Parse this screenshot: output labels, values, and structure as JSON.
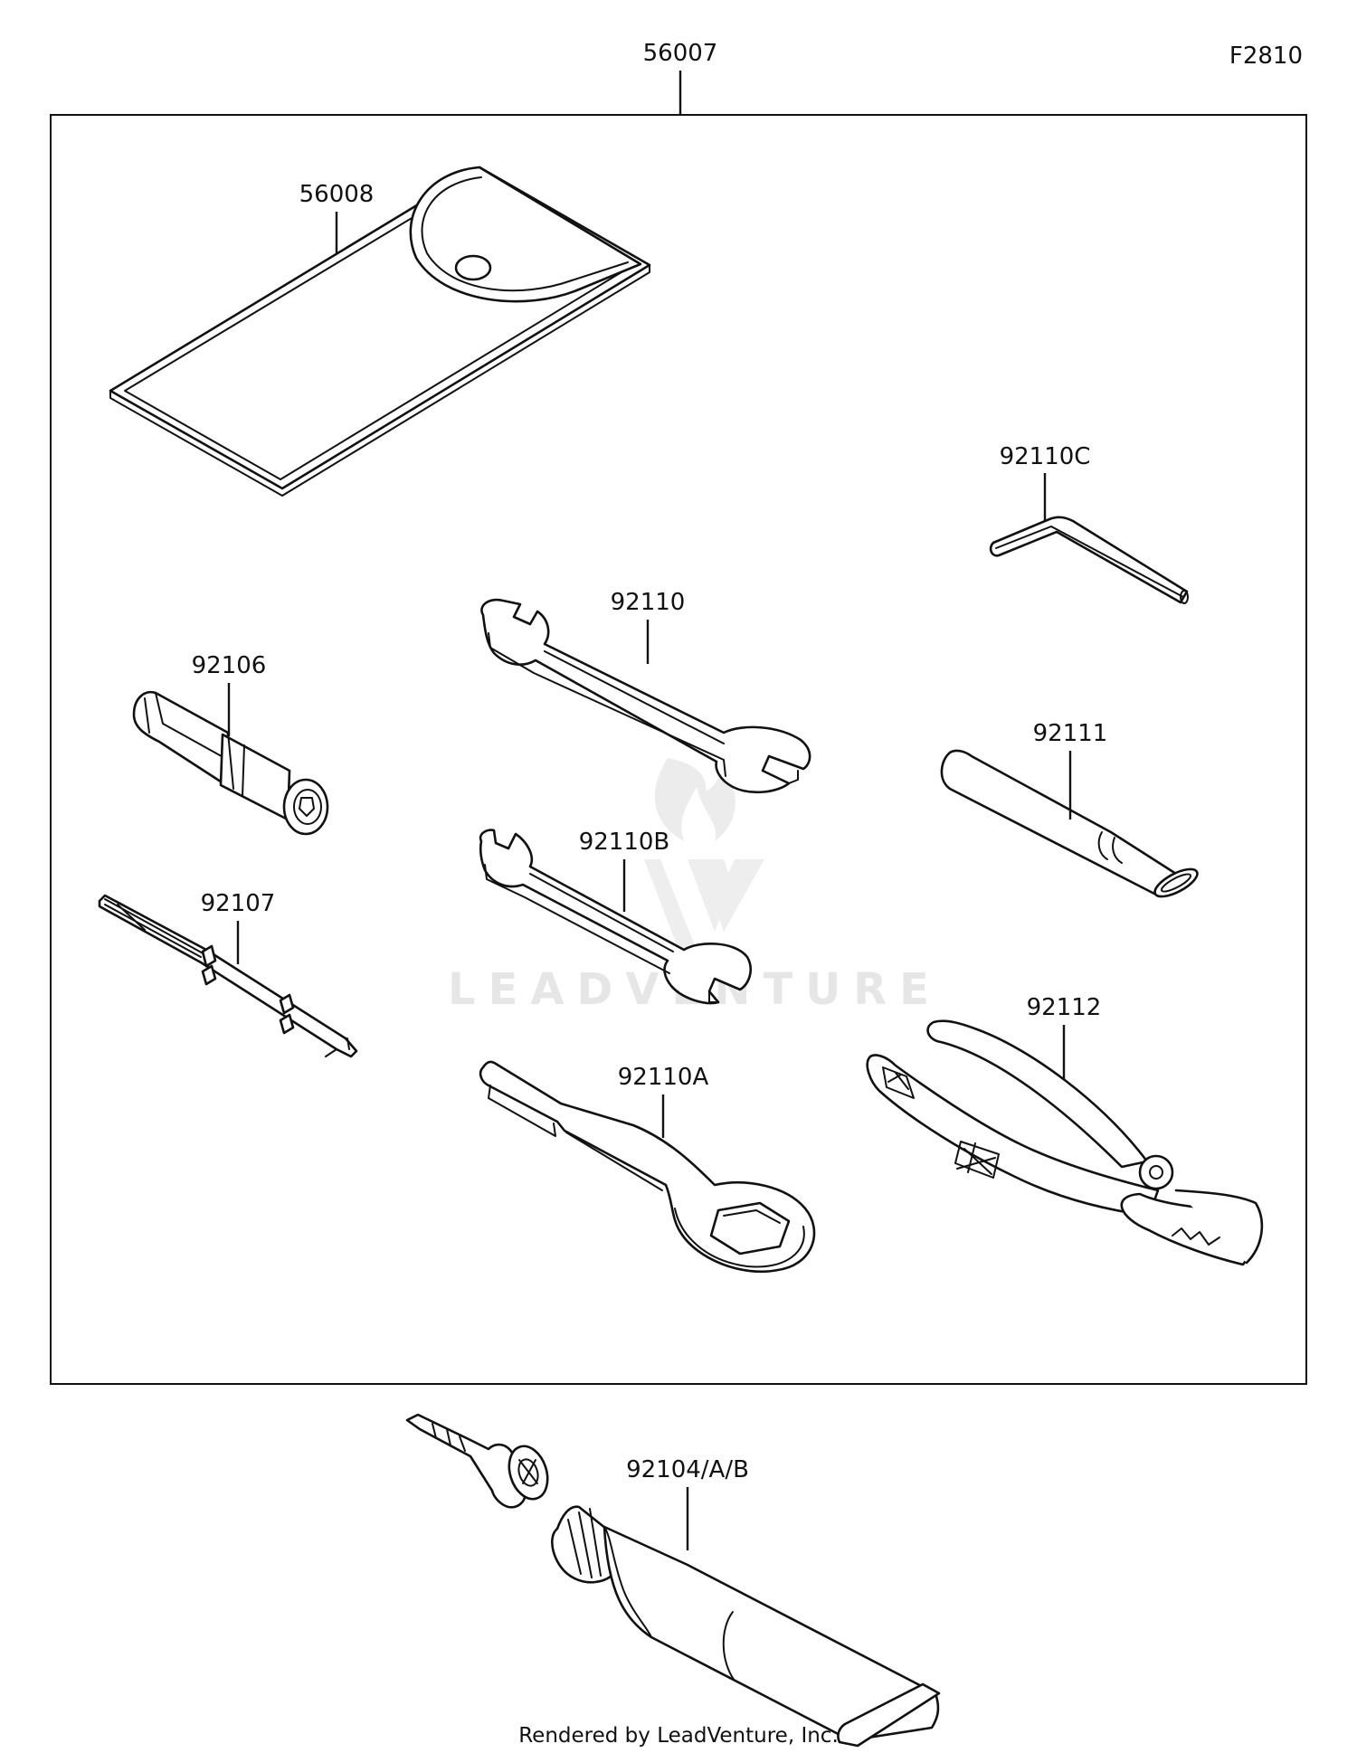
{
  "diagram": {
    "figure_code": "F2810",
    "kit_label": "56007",
    "parts": [
      {
        "id": "pouch",
        "label": "56008",
        "icon": "tool-pouch-icon"
      },
      {
        "id": "hex-key",
        "label": "92110C",
        "icon": "hex-key-icon"
      },
      {
        "id": "wrench-large",
        "label": "92110",
        "icon": "open-end-wrench-icon"
      },
      {
        "id": "socket-driver",
        "label": "92106",
        "icon": "socket-driver-icon"
      },
      {
        "id": "extension-bar",
        "label": "92111",
        "icon": "extension-bar-icon"
      },
      {
        "id": "wrench-small",
        "label": "92110B",
        "icon": "open-end-wrench-icon"
      },
      {
        "id": "screwdriver",
        "label": "92107",
        "icon": "screwdriver-bit-icon"
      },
      {
        "id": "pliers",
        "label": "92112",
        "icon": "pliers-icon"
      },
      {
        "id": "box-wrench",
        "label": "92110A",
        "icon": "box-end-wrench-icon"
      },
      {
        "id": "grease-tube",
        "label": "92104/A/B",
        "icon": "grease-tube-icon"
      }
    ],
    "watermark": "LEADVENTURE",
    "footer": "Rendered by LeadVenture, Inc."
  }
}
